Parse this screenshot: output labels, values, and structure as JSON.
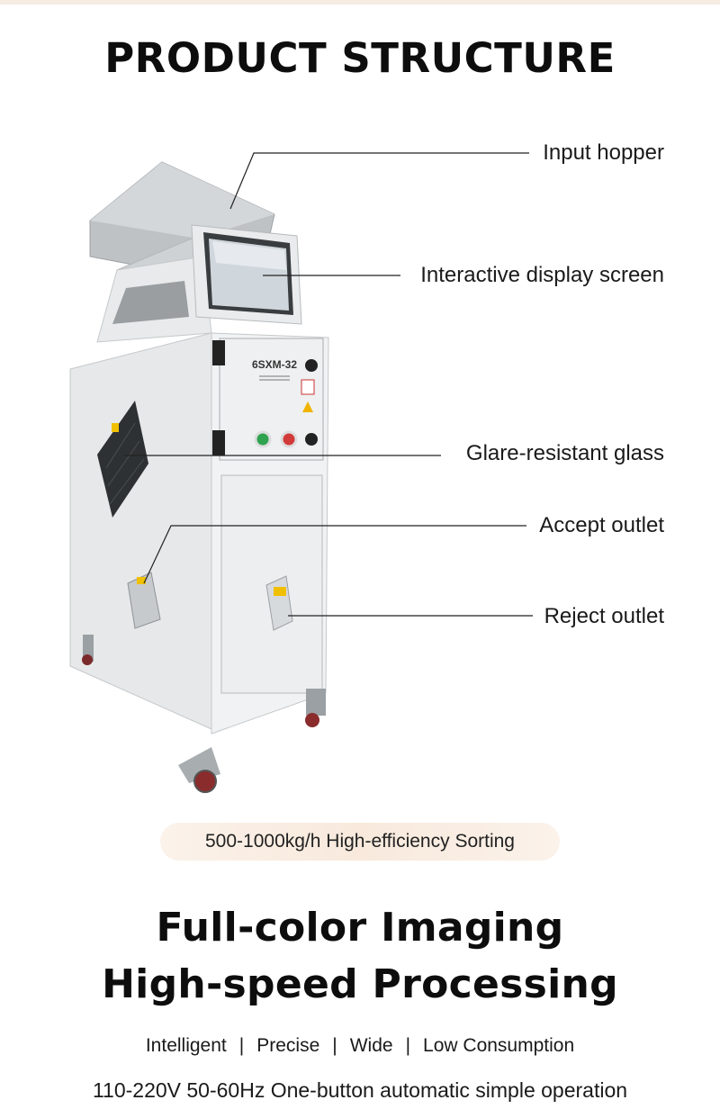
{
  "header": {
    "title": "PRODUCT STRUCTURE"
  },
  "machine": {
    "model_label": "6SXM-32"
  },
  "callouts": [
    {
      "label": "Input hopper"
    },
    {
      "label": "Interactive display screen"
    },
    {
      "label": "Glare-resistant glass"
    },
    {
      "label": "Accept outlet"
    },
    {
      "label": "Reject outlet"
    }
  ],
  "badge": {
    "text": "500-1000kg/h High-efficiency Sorting"
  },
  "headline": {
    "line1": "Full-color Imaging",
    "line2": "High-speed Processing"
  },
  "features": [
    "Intelligent",
    "Precise",
    "Wide",
    "Low Consumption"
  ],
  "feature_separator": "|",
  "spec": "110-220V 50-60Hz One-button automatic simple operation",
  "colors": {
    "badge_bg": "#f8e9dc",
    "machine_body": "#e9ebec",
    "title": "#0d0d0d"
  }
}
